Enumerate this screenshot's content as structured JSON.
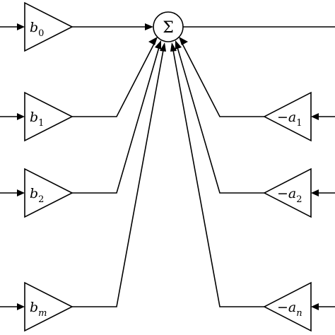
{
  "summer": {
    "symbol": "Σ"
  },
  "feedforward": [
    {
      "base": "b",
      "sub": "0",
      "sub_italic": false
    },
    {
      "base": "b",
      "sub": "1",
      "sub_italic": false
    },
    {
      "base": "b",
      "sub": "2",
      "sub_italic": false
    },
    {
      "base": "b",
      "sub": "m",
      "sub_italic": true
    }
  ],
  "feedback": [
    {
      "prefix": "−",
      "base": "a",
      "sub": "1",
      "sub_italic": false
    },
    {
      "prefix": "−",
      "base": "a",
      "sub": "2",
      "sub_italic": false
    },
    {
      "prefix": "−",
      "base": "a",
      "sub": "n",
      "sub_italic": true
    }
  ]
}
